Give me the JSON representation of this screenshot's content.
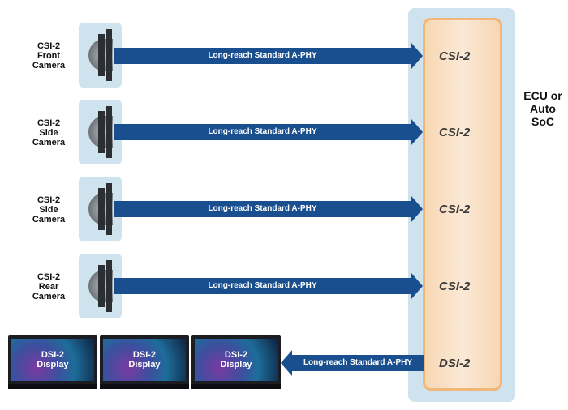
{
  "cameras": [
    {
      "line1": "CSI-2",
      "line2": "Front",
      "line3": "Camera",
      "link": "Long-reach Standard A-PHY",
      "port": "CSI-2"
    },
    {
      "line1": "CSI-2",
      "line2": "Side",
      "line3": "Camera",
      "link": "Long-reach Standard A-PHY",
      "port": "CSI-2"
    },
    {
      "line1": "CSI-2",
      "line2": "Side",
      "line3": "Camera",
      "link": "Long-reach Standard A-PHY",
      "port": "CSI-2"
    },
    {
      "line1": "CSI-2",
      "line2": "Rear",
      "line3": "Camera",
      "link": "Long-reach Standard A-PHY",
      "port": "CSI-2"
    }
  ],
  "displays": [
    {
      "line1": "DSI-2",
      "line2": "Display"
    },
    {
      "line1": "DSI-2",
      "line2": "Display"
    },
    {
      "line1": "DSI-2",
      "line2": "Display"
    }
  ],
  "display_link": {
    "label": "Long-reach Standard A-PHY",
    "port": "DSI-2"
  },
  "ecu": {
    "line1": "ECU or",
    "line2": "Auto",
    "line3": "SoC"
  },
  "colors": {
    "arrow": "#1a4f8f",
    "ecu_bg": "#cfe3ef",
    "ecu_inner": "#f7d7b3",
    "ecu_border": "#f2b57a"
  }
}
